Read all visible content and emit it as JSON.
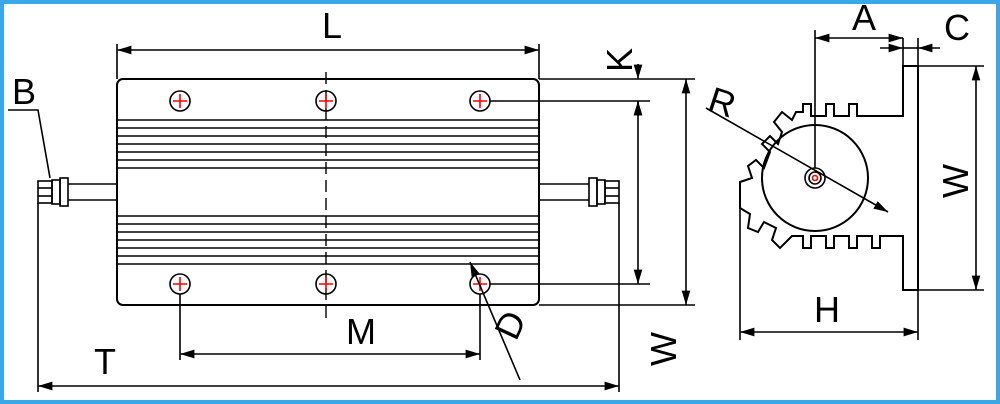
{
  "colors": {
    "frame": "#3aa8e6",
    "line": "#000000",
    "hole_mark": "#ff0000",
    "background": "#ffffff"
  },
  "labels": {
    "L": "L",
    "K": "K",
    "B": "B",
    "M": "M",
    "T": "T",
    "D": "D",
    "W_side": "W",
    "R": "R",
    "A": "A",
    "C": "C",
    "W_end": "W",
    "H": "H"
  }
}
